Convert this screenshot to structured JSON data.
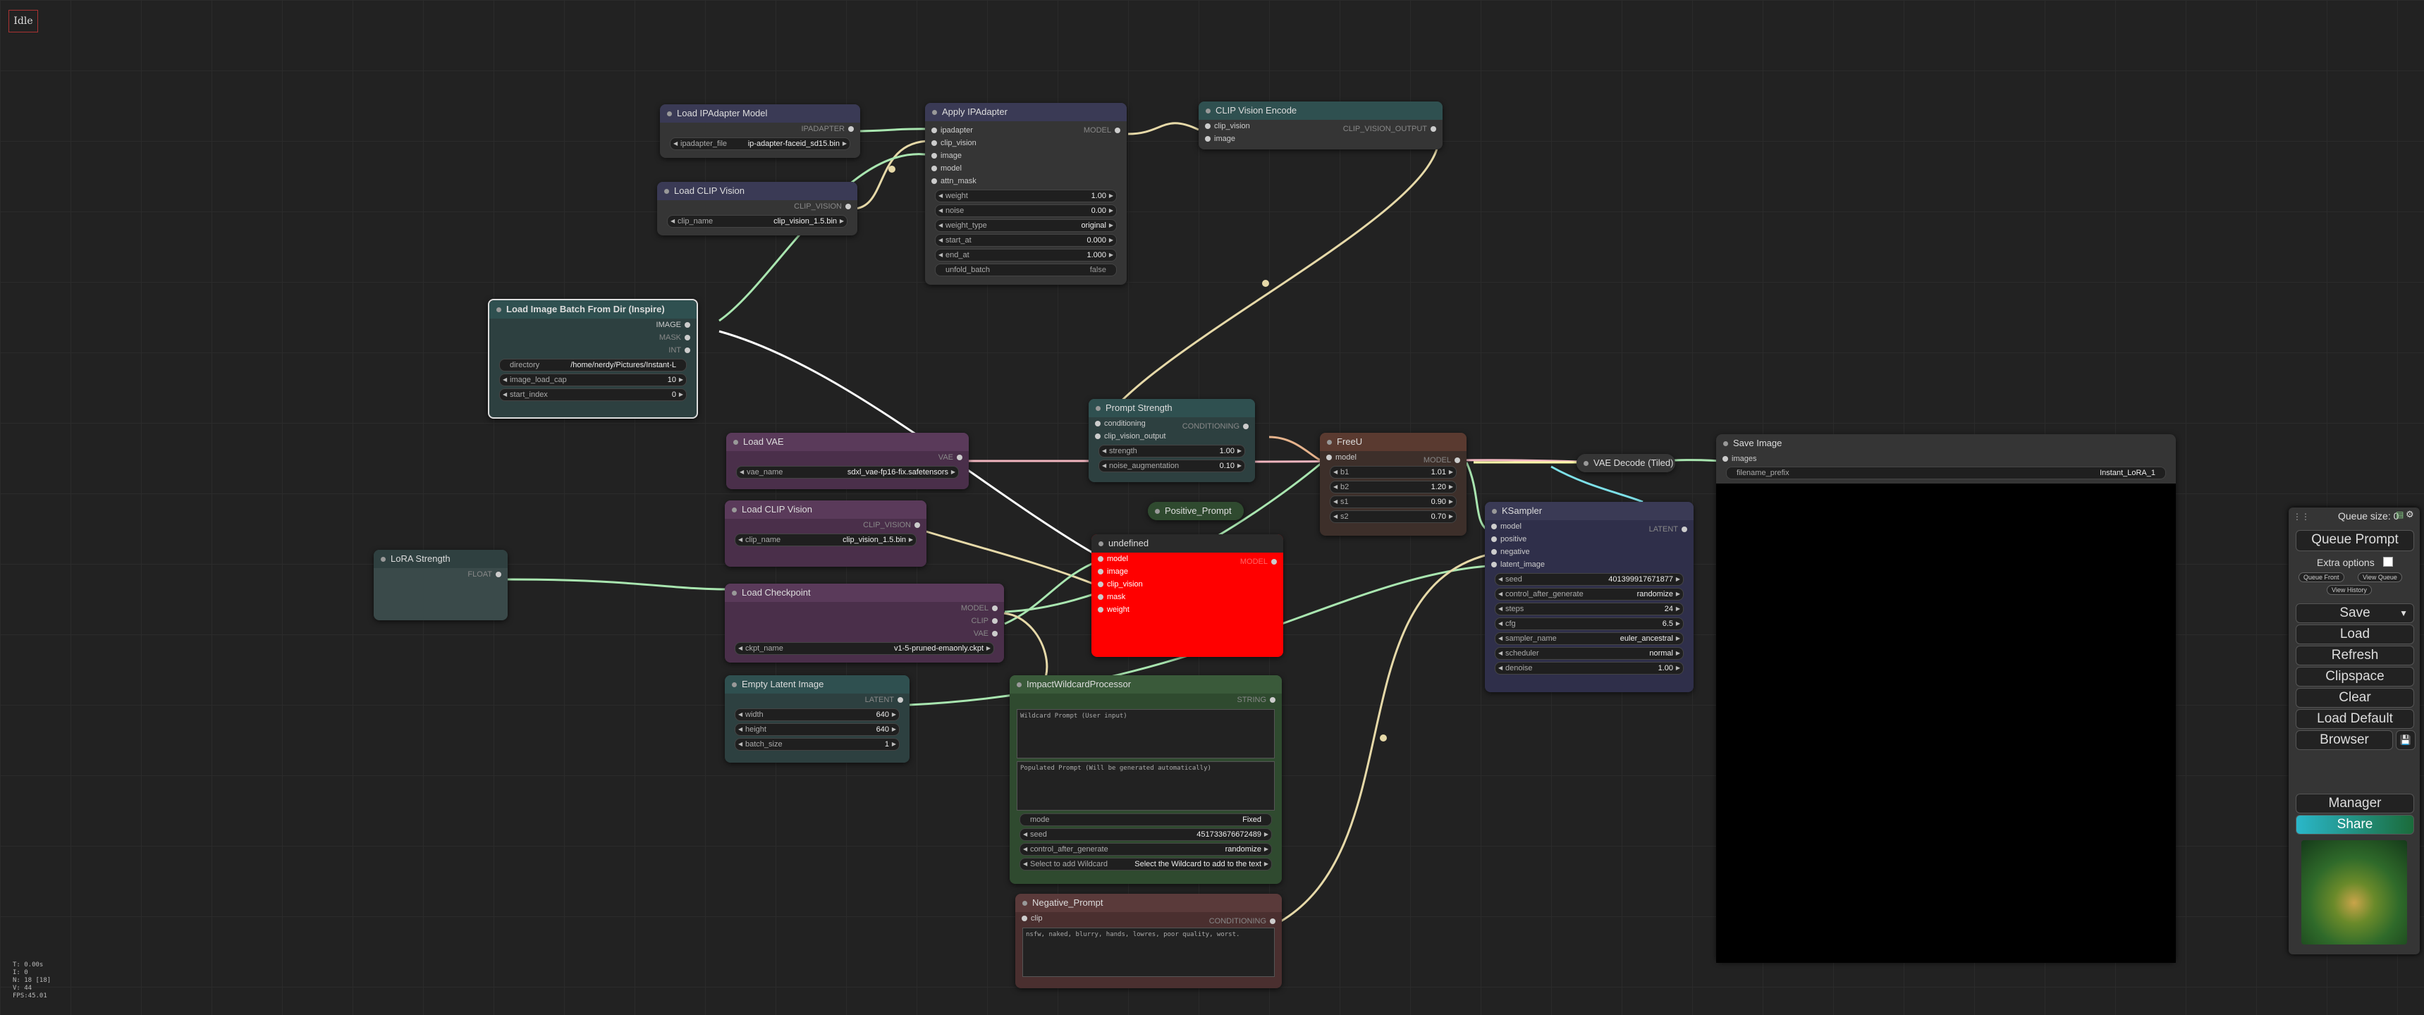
{
  "status": "Idle",
  "nodes": {
    "ipadapter_model": {
      "title": "Load IPAdapter Model",
      "out": "IPADAPTER",
      "w_key": "ipadapter_file",
      "w_val": "ip-adapter-faceid_sd15.bin"
    },
    "apply_ipadapter": {
      "title": "Apply IPAdapter",
      "inputs": [
        "ipadapter",
        "clip_vision",
        "image",
        "model",
        "attn_mask"
      ],
      "out": "MODEL",
      "widgets": [
        [
          "weight",
          "1.00"
        ],
        [
          "noise",
          "0.00"
        ],
        [
          "weight_type",
          "original"
        ],
        [
          "start_at",
          "0.000"
        ],
        [
          "end_at",
          "1.000"
        ],
        [
          "unfold_batch",
          "false"
        ]
      ]
    },
    "clip_vision_encode": {
      "title": "CLIP Vision Encode",
      "inputs": [
        "clip_vision",
        "image"
      ],
      "out": "CLIP_VISION_OUTPUT"
    },
    "load_clip_vision_top": {
      "title": "Load CLIP Vision",
      "out": "CLIP_VISION",
      "w_key": "clip_name",
      "w_val": "clip_vision_1.5.bin"
    },
    "image_batch": {
      "title": "Load Image Batch From Dir (Inspire)",
      "outs": [
        "IMAGE",
        "MASK",
        "INT"
      ],
      "widgets": [
        [
          "directory",
          "/home/nerdy/Pictures/Instant-L"
        ],
        [
          "image_load_cap",
          "10"
        ],
        [
          "start_index",
          "0"
        ]
      ]
    },
    "prompt_strength": {
      "title": "Prompt Strength",
      "inputs": [
        "conditioning",
        "clip_vision_output"
      ],
      "out": "CONDITIONING",
      "widgets": [
        [
          "strength",
          "1.00"
        ],
        [
          "noise_augmentation",
          "0.10"
        ]
      ]
    },
    "freeu": {
      "title": "FreeU",
      "inputs": [
        "model"
      ],
      "out": "MODEL",
      "widgets": [
        [
          "b1",
          "1.01"
        ],
        [
          "b2",
          "1.20"
        ],
        [
          "s1",
          "0.90"
        ],
        [
          "s2",
          "0.70"
        ]
      ]
    },
    "vae_decode": {
      "title": "VAE Decode (Tiled)"
    },
    "save_image": {
      "title": "Save Image",
      "inputs": [
        "images"
      ],
      "w_key": "filename_prefix",
      "w_val": "Instant_LoRA_1"
    },
    "load_vae": {
      "title": "Load VAE",
      "out": "VAE",
      "w_key": "vae_name",
      "w_val": "sdxl_vae-fp16-fix.safetensors"
    },
    "load_clip_vision_mid": {
      "title": "Load CLIP Vision",
      "out": "CLIP_VISION",
      "w_key": "clip_name",
      "w_val": "clip_vision_1.5.bin"
    },
    "positive_prompt": {
      "title": "Positive_Prompt"
    },
    "undefined_node": {
      "title": "undefined",
      "inputs": [
        "model",
        "image",
        "clip_vision",
        "mask",
        "weight"
      ],
      "out": "MODEL"
    },
    "lora_strength": {
      "title": "LoRA Strength",
      "out": "FLOAT"
    },
    "load_checkpoint": {
      "title": "Load Checkpoint",
      "outs": [
        "MODEL",
        "CLIP",
        "VAE"
      ],
      "w_key": "ckpt_name",
      "w_val": "v1-5-pruned-emaonly.ckpt"
    },
    "ksampler": {
      "title": "KSampler",
      "inputs": [
        "model",
        "positive",
        "negative",
        "latent_image"
      ],
      "out": "LATENT",
      "widgets": [
        [
          "seed",
          "401399917671877"
        ],
        [
          "control_after_generate",
          "randomize"
        ],
        [
          "steps",
          "24"
        ],
        [
          "cfg",
          "6.5"
        ],
        [
          "sampler_name",
          "euler_ancestral"
        ],
        [
          "scheduler",
          "normal"
        ],
        [
          "denoise",
          "1.00"
        ]
      ]
    },
    "empty_latent": {
      "title": "Empty Latent Image",
      "out": "LATENT",
      "widgets": [
        [
          "width",
          "640"
        ],
        [
          "height",
          "640"
        ],
        [
          "batch_size",
          "1"
        ]
      ]
    },
    "wildcard": {
      "title": "ImpactWildcardProcessor",
      "out": "STRING",
      "ta1": "Wildcard Prompt (User input)",
      "ta2": "Populated Prompt (Will be generated automatically)",
      "widgets": [
        [
          "mode",
          "Fixed"
        ],
        [
          "seed",
          "451733676672489"
        ],
        [
          "control_after_generate",
          "randomize"
        ],
        [
          "Select to add Wildcard",
          "Select the Wildcard to add to the text"
        ]
      ]
    },
    "negative_prompt": {
      "title": "Negative_Prompt",
      "inputs": [
        "clip"
      ],
      "out": "CONDITIONING",
      "text": "nsfw, naked, blurry, hands, lowres, poor quality, worst."
    }
  },
  "menu": {
    "queue_size": "Queue size: 0",
    "queue_prompt": "Queue Prompt",
    "extra_options": "Extra options",
    "queue_front": "Queue Front",
    "view_queue": "View Queue",
    "view_history": "View History",
    "save": "Save",
    "load": "Load",
    "refresh": "Refresh",
    "clipspace": "Clipspace",
    "clear": "Clear",
    "load_default": "Load Default",
    "browser": "Browser",
    "manager": "Manager",
    "share": "Share"
  },
  "stats": [
    "T: 0.00s",
    "I: 0",
    "N: 18 [18]",
    "V: 44",
    "FPS:45.01"
  ],
  "colors": {
    "red_node": "#ff0000",
    "accent": "#2ab7ca"
  }
}
